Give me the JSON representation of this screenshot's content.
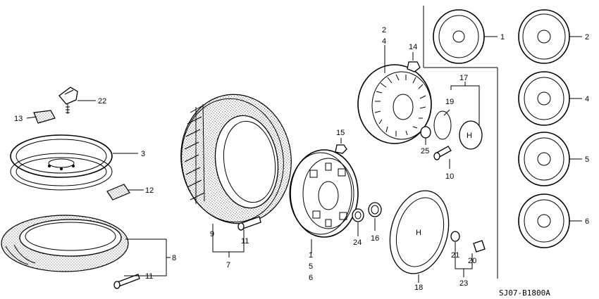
{
  "diagram_code": "SJ07-B1800A",
  "callouts": {
    "c1a": "1",
    "c1b": "1",
    "c2a": "2",
    "c2b": "2",
    "c3": "3",
    "c4a": "4",
    "c4b": "4",
    "c5a": "5",
    "c5b": "5",
    "c6a": "6",
    "c6b": "6",
    "c7": "7",
    "c8": "8",
    "c9": "9",
    "c10": "10",
    "c11a": "11",
    "c11b": "11",
    "c12": "12",
    "c13": "13",
    "c14": "14",
    "c15": "15",
    "c16": "16",
    "c17": "17",
    "c18": "18",
    "c19": "19",
    "c20": "20",
    "c21": "21",
    "c22": "22",
    "c23": "23",
    "c24": "24",
    "c25": "25"
  }
}
